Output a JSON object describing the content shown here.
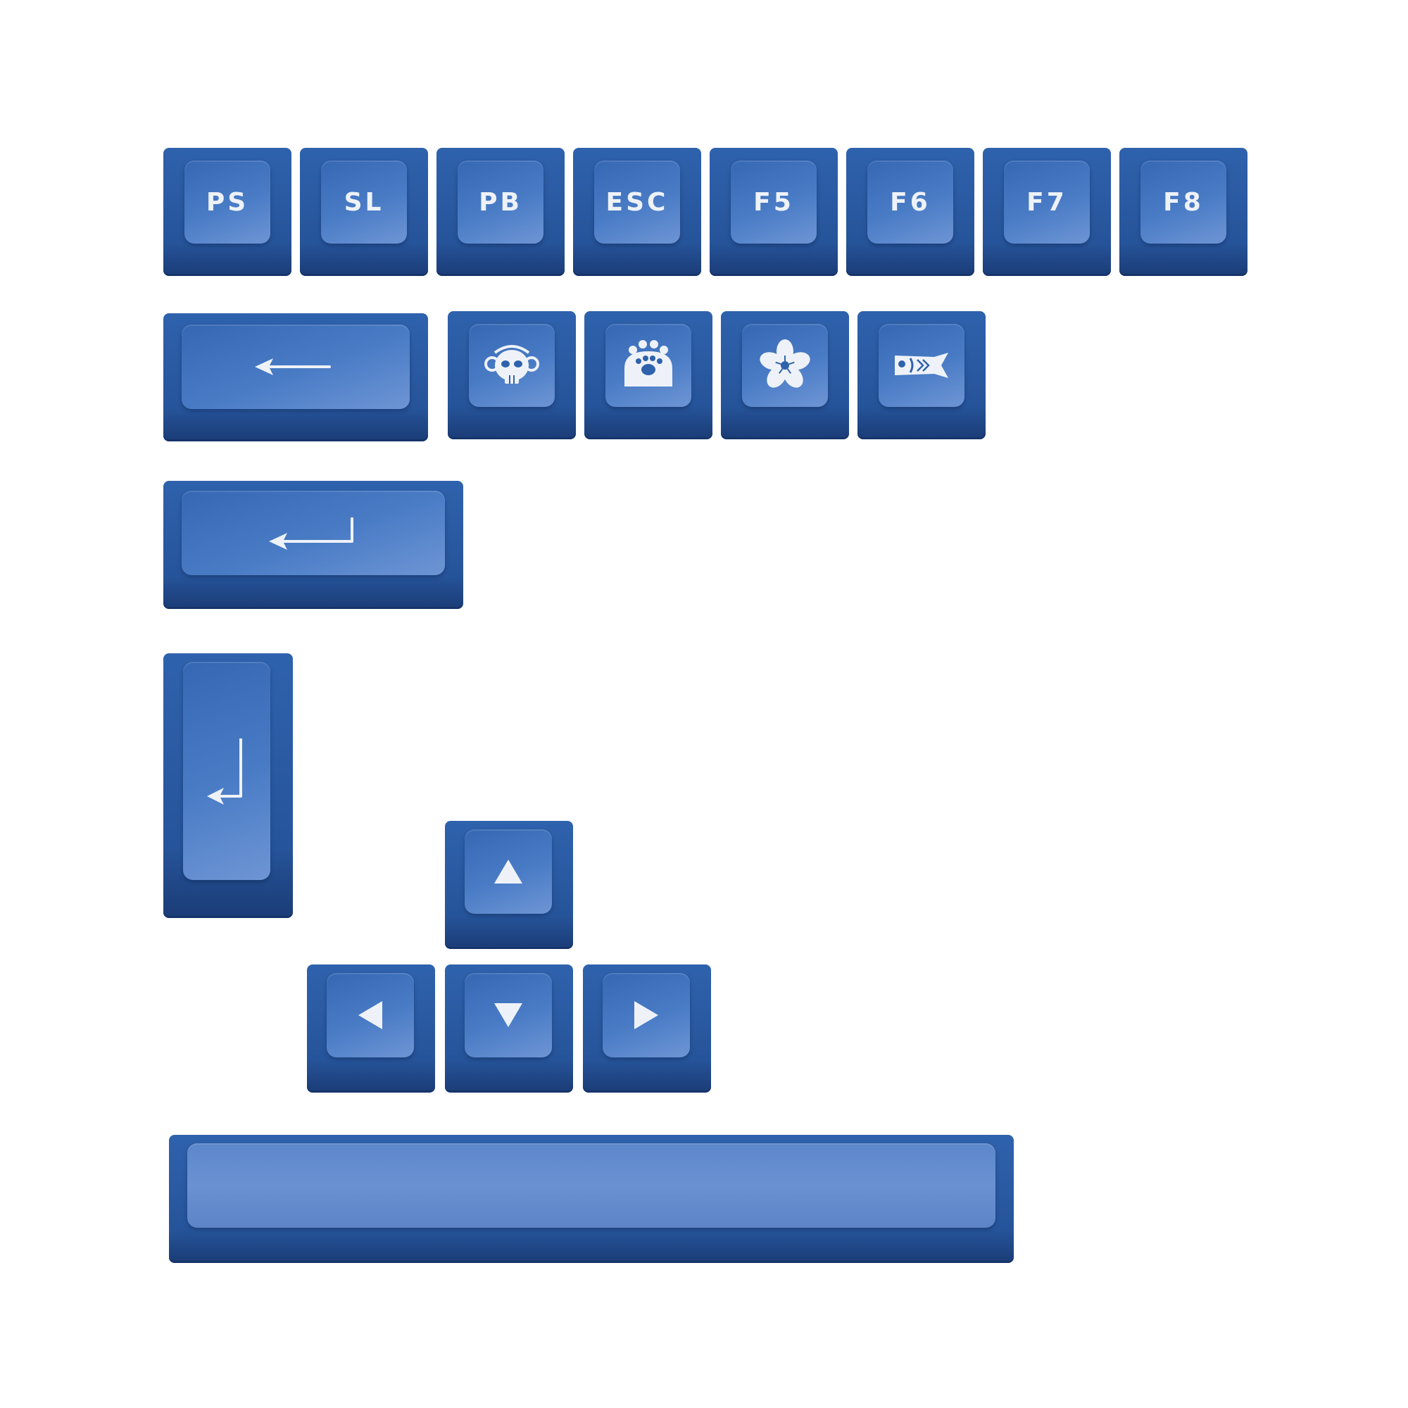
{
  "keycaps": {
    "row1": [
      {
        "legend": "PS"
      },
      {
        "legend": "SL"
      },
      {
        "legend": "PB"
      },
      {
        "legend": "ESC"
      },
      {
        "legend": "F5"
      },
      {
        "legend": "F6"
      },
      {
        "legend": "F7"
      },
      {
        "legend": "F8"
      }
    ],
    "row2_icons": [
      "backspace-arrow-icon",
      "skull-headphones-icon",
      "paw-icon",
      "sakura-flower-icon",
      "koinobori-fish-icon"
    ],
    "enter_icons": [
      "enter-arrow-icon",
      "iso-enter-arrow-icon"
    ],
    "arrow_icons": [
      "arrow-up-icon",
      "arrow-left-icon",
      "arrow-down-icon",
      "arrow-right-icon"
    ],
    "spacebar": ""
  },
  "colors": {
    "keycap_blue": "#2f62ad",
    "legend_white": "#eef2f8",
    "background": "#ffffff"
  }
}
